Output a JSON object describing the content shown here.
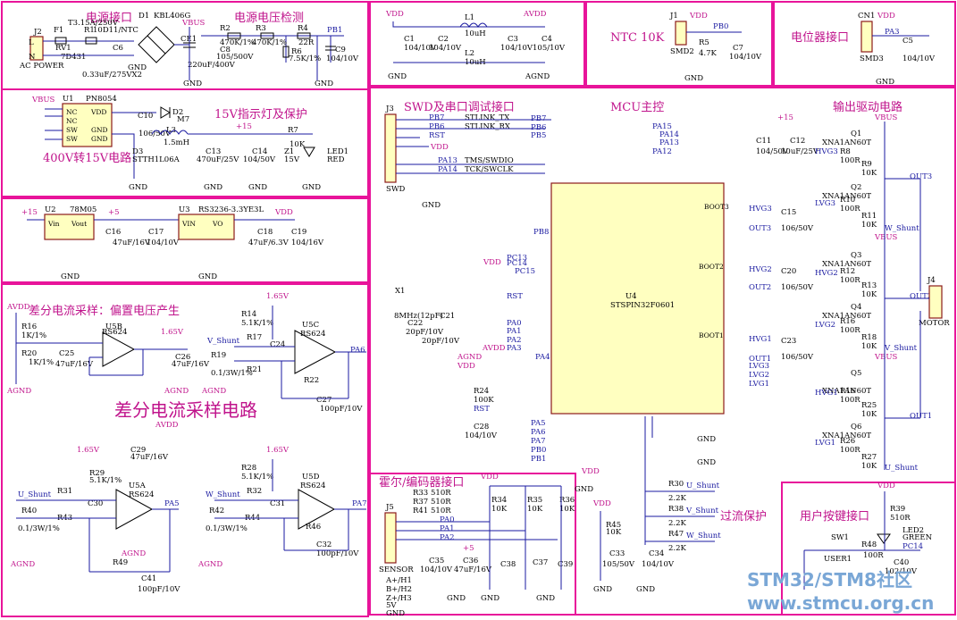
{
  "sections": {
    "power_input": "电源接口",
    "voltage_detect": "电源电压检测",
    "conv_400v": "400V转15V电路",
    "led15": "15V指示灯及保护",
    "swd": "SWD及串口调试接口",
    "mcu": "MCU主控",
    "output": "输出驱动电路",
    "ntc": "NTC 10K",
    "pot": "电位器接口",
    "diff_bias": "差分电流采样：偏置电压产生",
    "diff_big": "差分电流采样电路",
    "hall": "霍尔/编码器接口",
    "overcurrent": "过流保护",
    "button": "用户按键接口"
  },
  "parts": {
    "j2": "J2",
    "f1": "F1",
    "f1v": "T3.15A/250V",
    "rv1": "RV1",
    "rv1v": "7D431",
    "r1": "R1",
    "r1v": "10D11/NTC",
    "c6": "C6",
    "c6v": "0.33uF/275VX2",
    "d1": "D1",
    "d1v": "KBL406G",
    "ce1": "CE1",
    "ce1v": "220uF/400V",
    "ac": "AC POWER",
    "l": "L",
    "n": "N",
    "r2": "R2",
    "r2v": "470K/1%",
    "r3": "R3",
    "r3v": "470K/1%",
    "r4": "R4",
    "r4v": "22R",
    "r6": "R6",
    "r6v": "7.5K/1%",
    "c8": "C8",
    "c8v": "105/500V",
    "c9": "C9",
    "c9v": "104/10V",
    "u1": "U1",
    "u1v": "PN8054",
    "c10": "C10",
    "c10v": "106/50V",
    "d2": "D2",
    "d2v": "M7",
    "d3": "D3",
    "d3v": "STTH1L06A",
    "l3": "L3",
    "l3v": "1.5mH",
    "c13": "C13",
    "c13v": "470uF/25V",
    "c14": "C14",
    "c14v": "104/50V",
    "r7": "R7",
    "r7v": "10K",
    "z1": "Z1",
    "z1v": "15V",
    "led1": "LED1",
    "led1v": "RED",
    "u2": "U2",
    "u2v": "78M05",
    "u3": "U3",
    "u3v": "RS3236-3.3YE3L",
    "c16": "C16",
    "c16v": "47uF/16V",
    "c17": "C17",
    "c17v": "104/10V",
    "c18": "C18",
    "c18v": "47uF/6.3V",
    "c19": "C19",
    "c19v": "104/16V",
    "c1": "C1",
    "c1v": "104/10V",
    "c2": "C2",
    "c2v": "104/10V",
    "c3": "C3",
    "c3v": "104/10V",
    "c4": "C4",
    "c4v": "105/10V",
    "l1": "L1",
    "l1v": "10uH",
    "l2": "L2",
    "l2v": "10uH",
    "j1": "J1",
    "r5": "R5",
    "r5v": "4.7K",
    "c7": "C7",
    "c7v": "104/10V",
    "smd2": "SMD2",
    "cn1": "CN1",
    "c5": "C5",
    "c5v": "104/10V",
    "smd3": "SMD3",
    "j3": "J3",
    "j3v": "SWD",
    "u4": "U4",
    "u4v": "STSPIN32F0601",
    "x1": "X1",
    "x1v": "8MHz(12pF)",
    "c21": "C21",
    "c22": "C22",
    "c21v": "20pF/10V",
    "r24": "R24",
    "r24v": "100K",
    "c28": "C28",
    "c28v": "104/10V",
    "c11": "C11",
    "c11v": "104/50V",
    "c12": "C12",
    "c12v": "10uF/25V",
    "c15": "C15",
    "c20": "C20",
    "c23": "C23",
    "cbv": "106/50V",
    "q1": "Q1",
    "q2": "Q2",
    "q3": "Q3",
    "q4": "Q4",
    "q5": "Q5",
    "q6": "Q6",
    "qv": "XNA1AN60T",
    "r8": "R8",
    "r9": "R9",
    "r10": "R10",
    "r11": "R11",
    "r12": "R12",
    "r13": "R13",
    "r16a": "R16",
    "r18": "R18",
    "r25": "R25",
    "r26": "R26",
    "r27": "R27",
    "r10v": "10K",
    "r100": "100R",
    "j4": "J4",
    "j4v": "MOTOR",
    "u5b": "U5B",
    "u5c": "U5C",
    "u5a": "U5A",
    "u5d": "U5D",
    "opv": "RS624",
    "r16": "R16",
    "r16v": "1K/1%",
    "r20": "R20",
    "r20v": "1K/1%",
    "c25": "C25",
    "c25v": "47uF/16V",
    "c26": "C26",
    "c26v": "47uF/16V",
    "r14": "R14",
    "r14v": "5.1K/1%",
    "r17": "R17",
    "r19": "R19",
    "r19v": "0.1/3W/1%",
    "r21": "R21",
    "r22": "R22",
    "c24": "C24",
    "c27": "C27",
    "c27v": "100pF/10V",
    "r29": "R29",
    "r31": "R31",
    "r40": "R40",
    "r43": "R43",
    "c30": "C30",
    "c29": "C29",
    "c29v": "47uF/16V",
    "r49": "R49",
    "c41": "C41",
    "r28": "R28",
    "r32": "R32",
    "r42": "R42",
    "r44": "R44",
    "c31": "C31",
    "r46": "R46",
    "c32": "C32",
    "j5": "J5",
    "j5v": "SENSOR",
    "r33": "R33",
    "r37": "R37",
    "r41": "R41",
    "r510": "510R",
    "r34": "R34",
    "r35": "R35",
    "r36": "R36",
    "r10k": "10K",
    "c35": "C35",
    "c36": "C36",
    "c38": "C38",
    "c37": "C37",
    "c39": "C39",
    "hall_a": "A+/H1",
    "hall_b": "B+/H2",
    "hall_z": "Z+/H3",
    "hall_5v": "5V",
    "hall_gnd": "GND",
    "r30": "R30",
    "r38": "R38",
    "r47": "R47",
    "r22k": "2.2K",
    "r45": "R45",
    "c33": "C33",
    "c33v": "105/50V",
    "c34": "C34",
    "c34v": "104/10V",
    "sw1": "SW1",
    "user1": "USER1",
    "r39": "R39",
    "r39v": "510R",
    "r48": "R48",
    "led2": "LED2",
    "led2v": "GREEN",
    "c40": "C40",
    "c40v": "102/10V"
  },
  "nets": {
    "vbus": "VBUS",
    "vdd": "VDD",
    "avdd": "AVDD",
    "gnd": "GND",
    "agnd": "AGND",
    "p15": "+15",
    "p5": "+5",
    "v165": "1.65V",
    "pb1": "PB1",
    "pb0": "PB0",
    "pa3": "PA3",
    "pa6": "PA6",
    "pa5": "PA5",
    "pa7": "PA7",
    "pc14": "PC14",
    "pc13": "PC13",
    "pc15": "PC15",
    "pb8": "PB8",
    "rst": "RST",
    "pa0": "PA0",
    "pa1": "PA1",
    "pa2": "PA2",
    "pa4": "PA4",
    "stlink_tx": "STLINK_TX",
    "stlink_rx": "STLINK_RX",
    "tms": "TMS/SWDIO",
    "tck": "TCK/SWCLK",
    "pb7": "PB7",
    "pb6": "PB6",
    "pb5": "PB5",
    "pa13": "PA13",
    "pa14": "PA14",
    "pa15": "PA15",
    "pa12": "PA12",
    "hvg1": "HVG1",
    "hvg2": "HVG2",
    "hvg3": "HVG3",
    "lvg1": "LVG1",
    "lvg2": "LVG2",
    "lvg3": "LVG3",
    "out1": "OUT1",
    "out2": "OUT2",
    "out3": "OUT3",
    "boot1": "BOOT1",
    "boot2": "BOOT2",
    "boot3": "BOOT3",
    "u_shunt": "U_Shunt",
    "v_shunt": "V_Shunt",
    "w_shunt": "W_Shunt"
  },
  "watermark": {
    "line1": "STM32/STM8社区",
    "line2": "www.stmcu.org.cn"
  }
}
